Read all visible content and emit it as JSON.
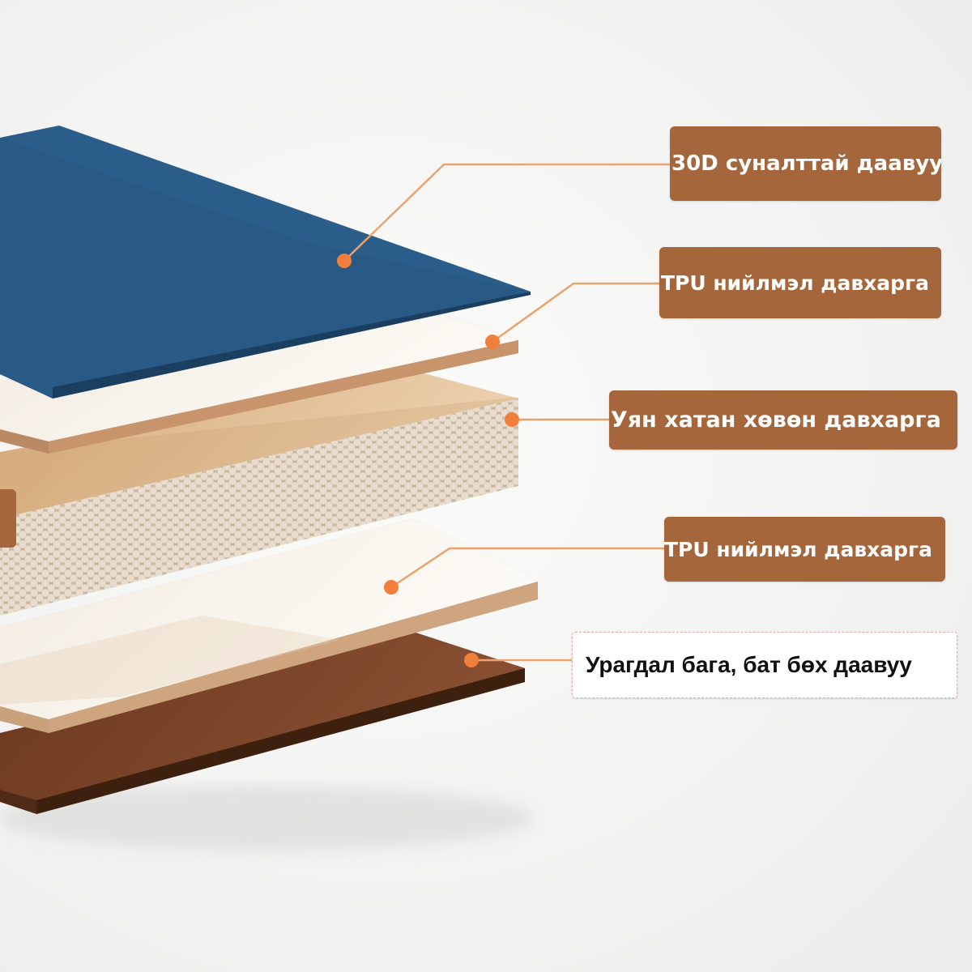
{
  "colors": {
    "label_brown": "#a4663a",
    "leader_line": "#e9a36f",
    "marker_dot": "#f07f3c",
    "top_fabric": "#285a85",
    "tpu_film": "#faf6ef",
    "sponge_top": "#dfb98e",
    "sponge_side": "#d8c7b0",
    "bottom_fabric": "#6e3c22"
  },
  "labels": [
    {
      "key": "top_fabric",
      "text": "30D суналттай даавуу",
      "style": "brown"
    },
    {
      "key": "tpu_upper",
      "text": "TPU нийлмэл  давхарга",
      "style": "brown"
    },
    {
      "key": "sponge",
      "text": "Уян хатан хөвөн давхарга",
      "style": "brown"
    },
    {
      "key": "tpu_lower",
      "text": "TPU нийлмэл  давхарга",
      "style": "brown"
    },
    {
      "key": "bottom_fabric",
      "text": "Урагдал бага, бат бөх даавуу",
      "style": "white"
    }
  ]
}
